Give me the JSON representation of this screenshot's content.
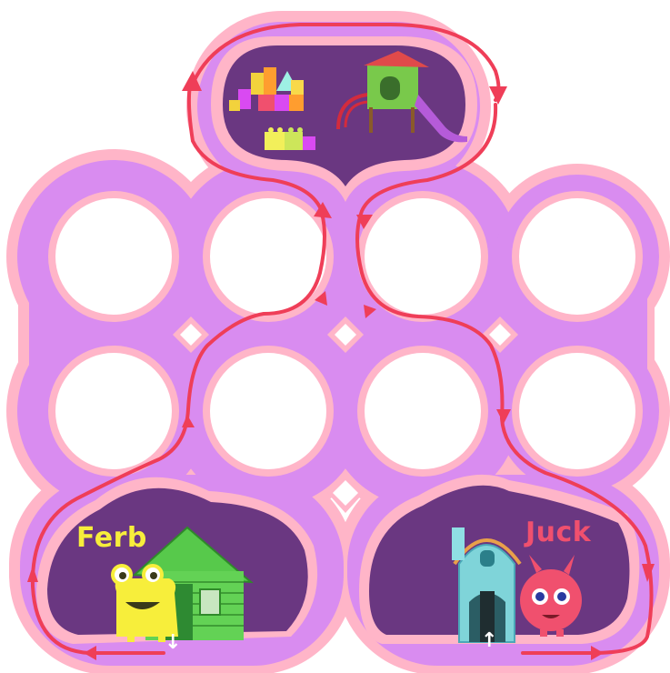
{
  "characters": [
    {
      "name": "Ferb",
      "color": "#f7ee3b",
      "home": "green-cabin",
      "door_arrow": "↓"
    },
    {
      "name": "Juck",
      "color": "#f0506e",
      "home": "blue-stone-house",
      "door_arrow": "↑"
    }
  ],
  "destination": {
    "items": [
      "toy-blocks-icon",
      "playground-slide-icon",
      "lego-bricks-icon"
    ]
  },
  "board": {
    "grid_rows": 2,
    "grid_cols": 4,
    "path_color": "#ef3e58",
    "outer_color": "#ffb5c8",
    "ring_color": "#d98cf0",
    "room_color": "#6a3781"
  }
}
